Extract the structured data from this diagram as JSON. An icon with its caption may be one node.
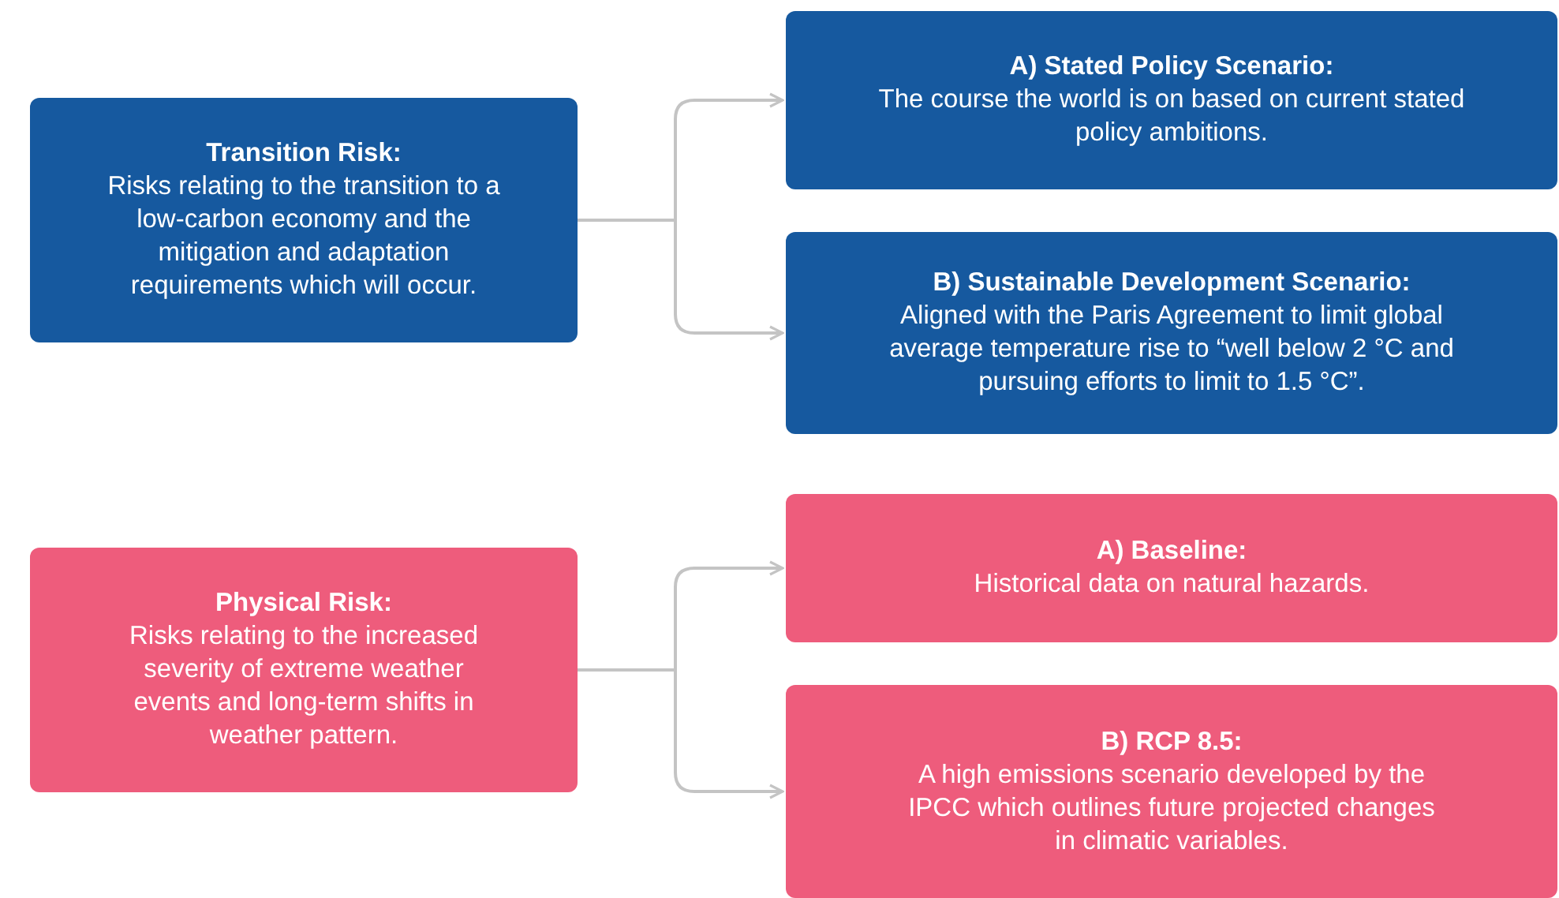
{
  "diagram": {
    "nodes": [
      {
        "text": [
          "Transition Risk:",
          "Risks relating to the transition to a low-carbon economy and the mitigation and adaptation requirements which will occur."
        ]
      },
      {
        "text": [
          "A) Stated Policy Scenario:",
          "The course the world is on based on current stated policy ambitions."
        ]
      },
      {
        "text": [
          "B) Sustainable Development Scenario:",
          "Aligned with the Paris Agreement to limit global average temperature rise to “well below 2 °C and pursuing efforts to limit to 1.5 °C”."
        ]
      },
      {
        "text": [
          "Physical Risk:",
          "Risks relating to the increased severity of extreme weather events and long-term shifts in weather pattern."
        ]
      },
      {
        "text": [
          "A) Baseline:",
          "Historical data on natural hazards."
        ]
      },
      {
        "text": [
          "B) RCP 8.5:",
          "A high emissions scenario developed by the IPCC which outlines future projected changes in climatic variables."
        ]
      }
    ],
    "edges": [
      {
        "from": 0,
        "to": 1,
        "arrow": "to"
      },
      {
        "from": 0,
        "to": 2,
        "arrow": "to"
      },
      {
        "from": 3,
        "to": 4,
        "arrow": "to"
      },
      {
        "from": 3,
        "to": 5,
        "arrow": "to"
      }
    ]
  }
}
